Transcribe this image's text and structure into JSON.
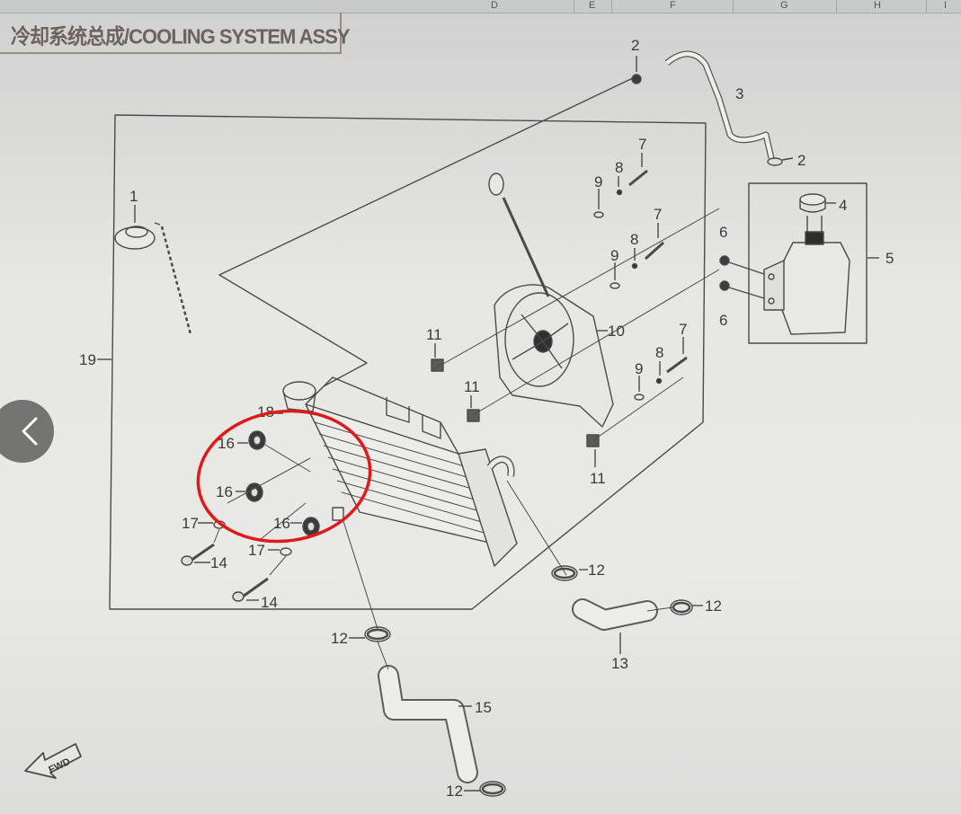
{
  "title": "冷却系统总成/COOLING SYSTEM ASSY",
  "columns": [
    "D",
    "E",
    "F",
    "G",
    "H",
    "I"
  ],
  "fwd_label": "FWD",
  "callouts": {
    "p1": "1",
    "p2a": "2",
    "p2b": "2",
    "p3": "3",
    "p4": "4",
    "p5": "5",
    "p6a": "6",
    "p6b": "6",
    "p7a": "7",
    "p7b": "7",
    "p7c": "7",
    "p8a": "8",
    "p8b": "8",
    "p8c": "8",
    "p9a": "9",
    "p9b": "9",
    "p9c": "9",
    "p10": "10",
    "p11a": "11",
    "p11b": "11",
    "p11c": "11",
    "p12a": "12",
    "p12b": "12",
    "p12c": "12",
    "p12d": "12",
    "p13": "13",
    "p14a": "14",
    "p14b": "14",
    "p15": "15",
    "p16a": "16",
    "p16b": "16",
    "p16c": "16",
    "p17a": "17",
    "p17b": "17",
    "p18": "18",
    "p19": "19"
  },
  "colors": {
    "highlight_circle": "#e0191b",
    "line": "#4a4a4a",
    "nav_button": "#464646"
  },
  "nav": {
    "prev_icon": "chevron-left-icon"
  }
}
